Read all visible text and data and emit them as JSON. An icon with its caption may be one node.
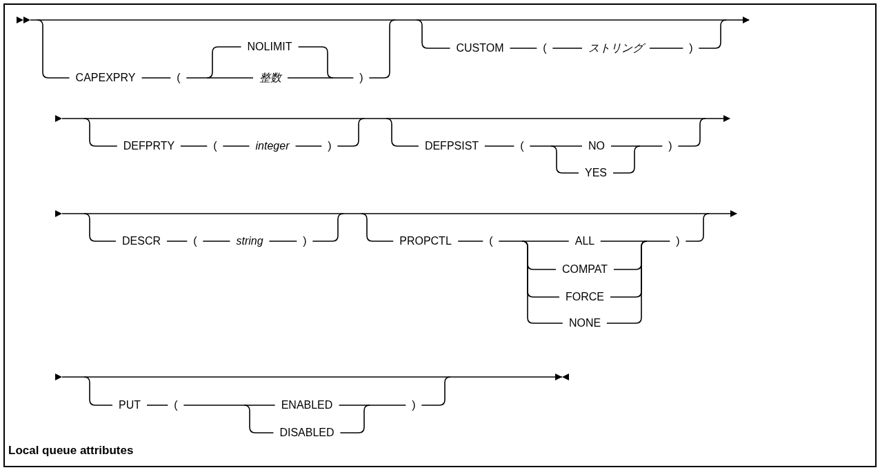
{
  "diagram": {
    "caption": "Local queue attributes",
    "labels": [
      "CAPEXPRY",
      "(",
      "NOLIMIT",
      "整数",
      ")",
      "CUSTOM",
      "(",
      "ストリング",
      ")",
      "DEFPRTY",
      "(",
      "integer",
      ")",
      "DEFPSIST",
      "(",
      "NO",
      "YES",
      ")",
      "DESCR",
      "(",
      "string",
      ")",
      "PROPCTL",
      "(",
      "ALL",
      "COMPAT",
      "FORCE",
      "NONE",
      ")",
      "PUT",
      "(",
      "ENABLED",
      "DISABLED",
      ")"
    ]
  }
}
